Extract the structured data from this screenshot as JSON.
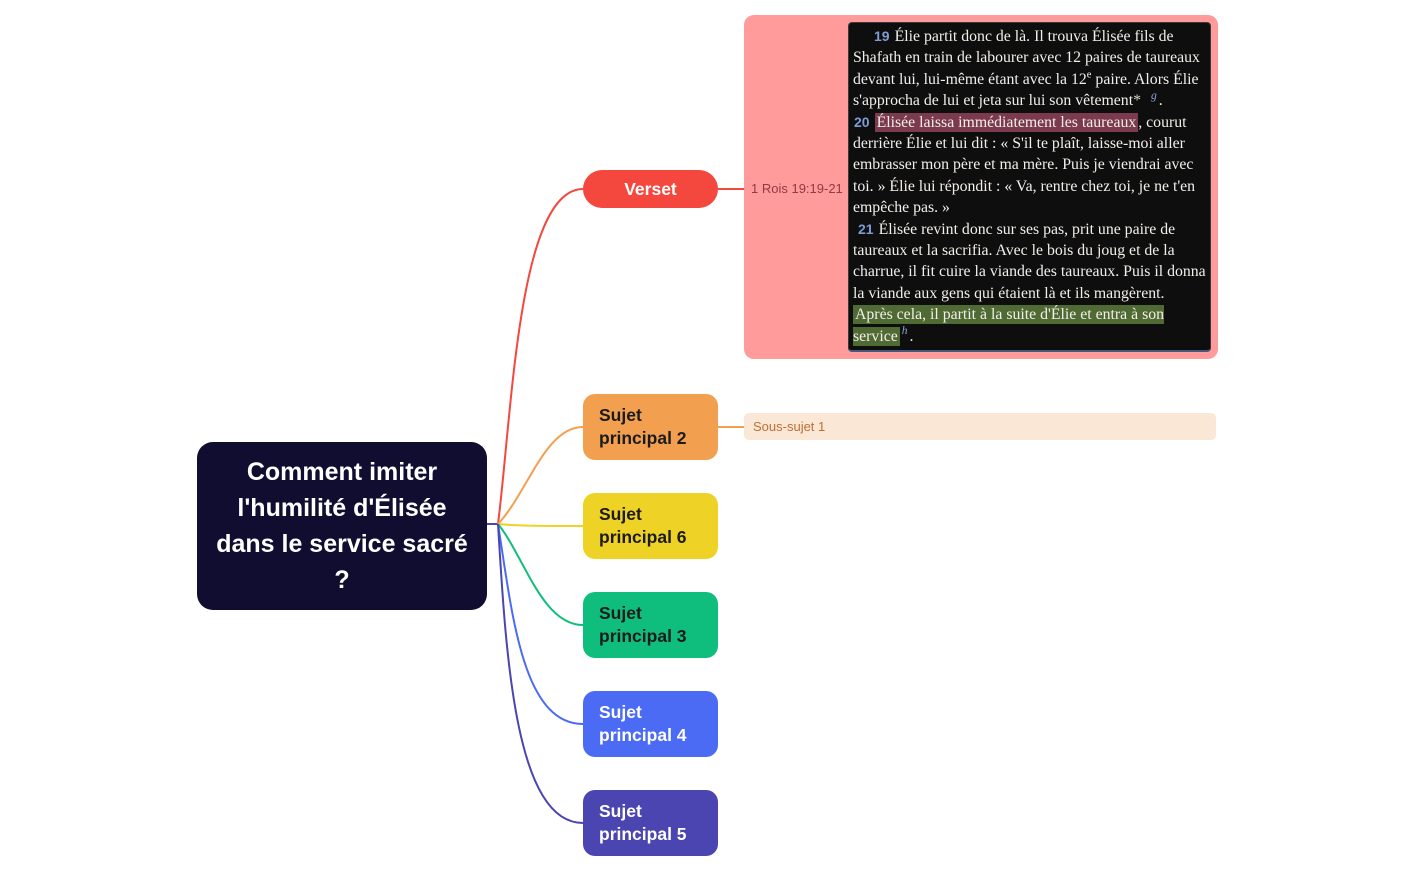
{
  "canvas": {
    "bg": "#ffffff"
  },
  "central": {
    "label": "Comment imiter l'humilité d'Élisée dans le service sacré ?",
    "bg": "#100D30",
    "fg": "#ffffff"
  },
  "branches": [
    {
      "id": "verset",
      "label": "Verset",
      "bg": "#F4473D",
      "fg": "#ffffff"
    },
    {
      "id": "sujet-2",
      "label": "Sujet principal 2",
      "bg": "#F2A04F",
      "fg": "#1b1b1b"
    },
    {
      "id": "sujet-6",
      "label": "Sujet principal 6",
      "bg": "#EFD226",
      "fg": "#1b1b1b"
    },
    {
      "id": "sujet-3",
      "label": "Sujet principal 3",
      "bg": "#0FBE7D",
      "fg": "#1b1b1b"
    },
    {
      "id": "sujet-4",
      "label": "Sujet principal 4",
      "bg": "#4C6BF5",
      "fg": "#ffffff"
    },
    {
      "id": "sujet-5",
      "label": "Sujet principal 5",
      "bg": "#4A45B0",
      "fg": "#ffffff"
    }
  ],
  "verse_panel": {
    "reference": "1 Rois 19:19-21",
    "panel_bg": "#FF9B9B",
    "reference_color": "#8E3B47",
    "box_bg": "#0E0E0E",
    "text_color": "#F2EFEA",
    "verse_number_color": "#7E9CD4",
    "footnote_color": "#8CA6DA",
    "highlight_red": "#7C3A4E",
    "highlight_green": "#4F6A33",
    "paragraphs": [
      {
        "segments": [
          {
            "t": "vnum",
            "x": "19"
          },
          {
            "t": "text",
            "x": "Élie partit donc de là. Il trouva Élisée fils de Shafath en train de labourer avec 12 paires de taureaux devant lui, lui-même étant avec la 12"
          },
          {
            "t": "sup",
            "x": "e"
          },
          {
            "t": "text",
            "x": " paire. Alors Élie s'approcha de lui et jeta sur lui son vêtement"
          },
          {
            "t": "star",
            "x": "*"
          },
          {
            "t": "fnote",
            "x": "g"
          },
          {
            "t": "text",
            "x": ". "
          },
          {
            "t": "vnum",
            "x": "20"
          },
          {
            "t": "hlred",
            "x": "Élisée laissa immédiatement les taureaux"
          },
          {
            "t": "text",
            "x": ", courut derrière Élie et lui dit : « S'il te plaît, laisse-moi aller embrasser mon père et ma mère. Puis je viendrai avec toi. » Élie lui répondit : « Va, rentre chez toi, je ne t'en empêche pas. »"
          }
        ]
      },
      {
        "segments": [
          {
            "t": "vnum",
            "x": "21"
          },
          {
            "t": "text",
            "x": "Élisée revint donc sur ses pas, prit une paire de taureaux et la sacrifia. Avec le bois du joug et de la charrue, il fit cuire la viande des taureaux. Puis il donna la viande aux gens qui étaient là et ils mangèrent. "
          },
          {
            "t": "hlgreen",
            "x": "Après cela, il partit à la suite d'Élie et entra à son service"
          },
          {
            "t": "fnote",
            "x": "h"
          },
          {
            "t": "text",
            "x": "."
          }
        ]
      }
    ]
  },
  "subtopic": {
    "label": "Sous-sujet 1",
    "bg": "#FAE7D6",
    "fg": "#BE6F33"
  }
}
